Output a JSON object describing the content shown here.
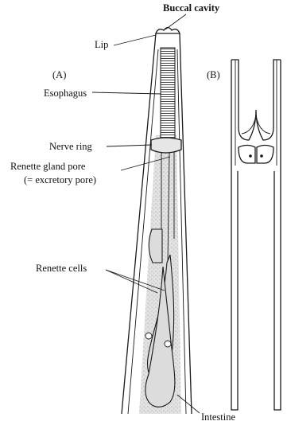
{
  "panels": {
    "a_label": "(A)",
    "b_label": "(B)"
  },
  "labels": {
    "buccal_cavity": "Buccal cavity",
    "lip": "Lip",
    "esophagus": "Esophagus",
    "nerve_ring": "Nerve ring",
    "renette_gland_pore": "Renette gland pore",
    "excretory_pore_note": "(= excretory pore)",
    "renette_cells": "Renette cells",
    "intestine": "Intestine"
  }
}
